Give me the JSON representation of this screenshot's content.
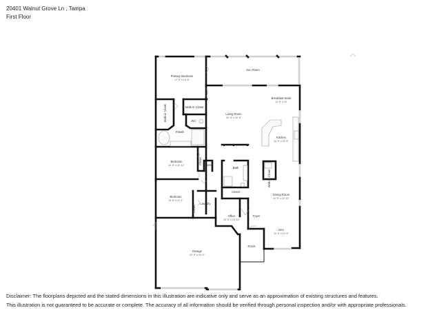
{
  "header": {
    "address": "20401 Walnut Grove Ln , Tampa",
    "floor": "First Floor"
  },
  "rooms": [
    {
      "name": "Sun Room",
      "dims": ""
    },
    {
      "name": "Primary Bedroom",
      "dims": "17' 5\" x 14' 6\""
    },
    {
      "name": "Breakfast Nook",
      "dims": "11' 9\" x 10'"
    },
    {
      "name": "Walk-in Closet",
      "dims": ""
    },
    {
      "name": "Walk-in Closet",
      "dims": ""
    },
    {
      "name": "WC",
      "dims": ""
    },
    {
      "name": "P.Bath",
      "dims": ""
    },
    {
      "name": "Living Room",
      "dims": "20' 5\" x 20' 8\""
    },
    {
      "name": "Kitchen",
      "dims": "11' 9\" x 21' 6\""
    },
    {
      "name": "Bedroom",
      "dims": "12' 8\" x 10' 11\""
    },
    {
      "name": "Closet",
      "dims": ""
    },
    {
      "name": "Closet",
      "dims": ""
    },
    {
      "name": "Bath",
      "dims": ""
    },
    {
      "name": "Walk-in Closet",
      "dims": ""
    },
    {
      "name": "Closet",
      "dims": ""
    },
    {
      "name": "Dining Room",
      "dims": "11' 9\" x 10' 10\""
    },
    {
      "name": "Bedroom",
      "dims": "13' 8\" x 12' 1\""
    },
    {
      "name": "Closet",
      "dims": ""
    },
    {
      "name": "Laundry",
      "dims": ""
    },
    {
      "name": "Office",
      "dims": "10' 9\" x 13' 10\""
    },
    {
      "name": "Foyer",
      "dims": ""
    },
    {
      "name": "Den",
      "dims": "11' 9\" x 12' 5\""
    },
    {
      "name": "Porch",
      "dims": ""
    },
    {
      "name": "Garage",
      "dims": "20' 2\" x 24' 4\""
    }
  ],
  "disclaimer": {
    "line1": "Disclaimer: The floorplans depicted and the stated dimensions in this illustration are indicative only and serve as an approximation of existing structures and features.",
    "line2": "This illustration is not guaranteed to be accurate or complete. The accuracy of all information should be verified through personal inspection and/or with appropriate professionals."
  }
}
